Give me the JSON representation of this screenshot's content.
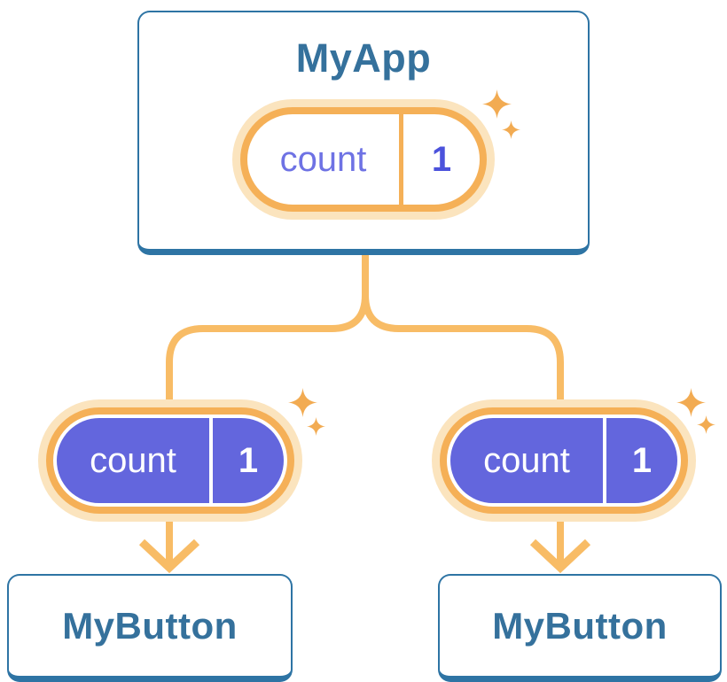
{
  "diagram": {
    "root_card": {
      "title": "MyApp",
      "state_pill": {
        "label": "count",
        "value": "1"
      }
    },
    "child_cards": [
      {
        "title": "MyButton",
        "props_pill": {
          "label": "count",
          "value": "1"
        }
      },
      {
        "title": "MyButton",
        "props_pill": {
          "label": "count",
          "value": "1"
        }
      }
    ],
    "icons": {
      "sparkle": "sparkle-icon",
      "arrow": "arrow-down-icon"
    },
    "colors": {
      "card_border_blue": "#2E74A4",
      "card_title_blue": "#35719C",
      "pill_ring_orange": "#F5B057",
      "pill_halo_peach": "#FBE4BE",
      "connector_orange": "#F8BC66",
      "sparkle_orange": "#F2AB52",
      "props_fill_purple": "#6366DD",
      "state_label_purple": "#6E72E4",
      "state_value_purple": "#4B52DC"
    }
  }
}
